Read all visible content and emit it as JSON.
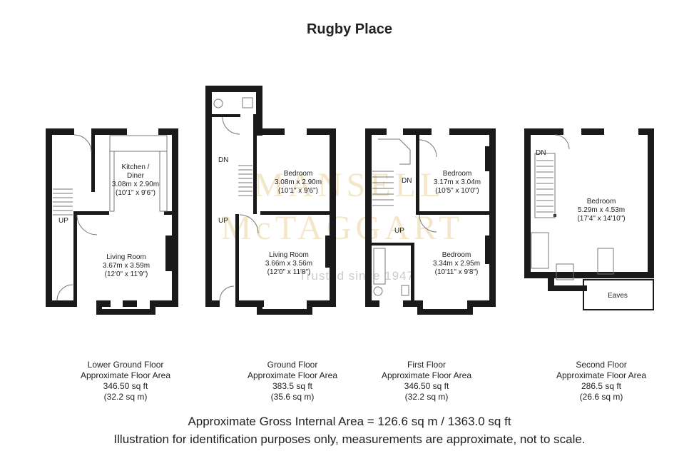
{
  "title": "Rugby Place",
  "watermark": {
    "line1": "MANSELL",
    "line2": "McTAGGART",
    "line3": "Trusted since 1947"
  },
  "floors": [
    {
      "name": "Lower Ground Floor",
      "area_label": "Approximate Floor Area",
      "sqft": "346.50 sq ft",
      "sqm": "(32.2 sq m)",
      "rooms": [
        {
          "name": "Kitchen /",
          "name2": "Diner",
          "metric": "3.08m x 2.90m",
          "imperial": "(10'1\" x 9'6\")"
        },
        {
          "name": "Living Room",
          "metric": "3.67m x 3.59m",
          "imperial": "(12'0\" x 11'9\")"
        }
      ],
      "labels": [
        "UP"
      ]
    },
    {
      "name": "Ground Floor",
      "area_label": "Approximate Floor Area",
      "sqft": "383.5 sq ft",
      "sqm": "(35.6 sq m)",
      "rooms": [
        {
          "name": "Bedroom",
          "metric": "3.08m x 2.90m",
          "imperial": "(10'1\" x 9'6\")"
        },
        {
          "name": "Living Room",
          "metric": "3.66m x 3.56m",
          "imperial": "(12'0\" x 11'8\")"
        }
      ],
      "labels": [
        "DN",
        "UP"
      ]
    },
    {
      "name": "First Floor",
      "area_label": "Approximate Floor Area",
      "sqft": "346.50 sq ft",
      "sqm": "(32.2 sq m)",
      "rooms": [
        {
          "name": "Bedroom",
          "metric": "3.17m x 3.04m",
          "imperial": "(10'5\" x 10'0\")"
        },
        {
          "name": "Bedroom",
          "metric": "3.34m x 2.95m",
          "imperial": "(10'11\" x 9'8\")"
        }
      ],
      "labels": [
        "DN",
        "UP"
      ]
    },
    {
      "name": "Second Floor",
      "area_label": "Approximate Floor Area",
      "sqft": "286.5 sq ft",
      "sqm": "(26.6 sq m)",
      "rooms": [
        {
          "name": "Bedroom",
          "metric": "5.29m x 4.53m",
          "imperial": "(17'4\" x 14'10\")"
        },
        {
          "name": "Eaves"
        }
      ],
      "labels": [
        "DN"
      ]
    }
  ],
  "footer": {
    "gross": "Approximate Gross Internal Area = 126.6 sq m / 1363.0 sq ft",
    "disclaimer": "Illustration for identification purposes only, measurements are approximate, not to scale."
  }
}
